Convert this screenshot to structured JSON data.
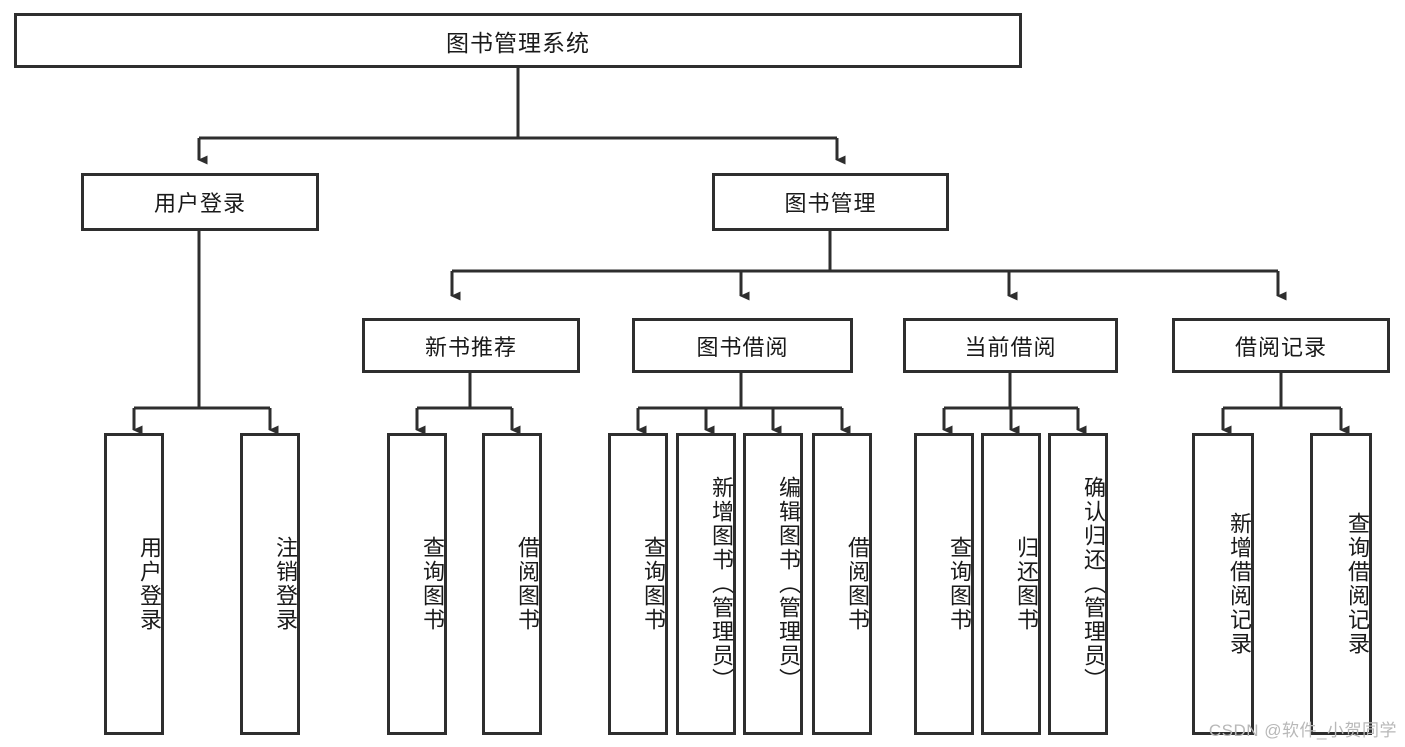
{
  "diagram": {
    "title": "图书管理系统",
    "watermark": "CSDN @软件_小贺同学",
    "colors": {
      "stroke": "#2e2e2e",
      "fill": "#ffffff",
      "text": "#1a1a1a",
      "watermark": "#b8b8b8"
    },
    "root": {
      "label": "图书管理系统"
    },
    "level2": [
      {
        "label": "用户登录"
      },
      {
        "label": "图书管理"
      }
    ],
    "level3": [
      {
        "label": "新书推荐"
      },
      {
        "label": "图书借阅"
      },
      {
        "label": "当前借阅"
      },
      {
        "label": "借阅记录"
      }
    ],
    "leaves": {
      "user_login": [
        {
          "label": "用户登录"
        },
        {
          "label": "注销登录"
        }
      ],
      "new_book_recommend": [
        {
          "label": "查询图书"
        },
        {
          "label": "借阅图书"
        }
      ],
      "book_borrow": [
        {
          "label": "查询图书"
        },
        {
          "label": "新增图书（管理员）"
        },
        {
          "label": "编辑图书（管理员）"
        },
        {
          "label": "借阅图书"
        }
      ],
      "current_borrow": [
        {
          "label": "查询图书"
        },
        {
          "label": "归还图书"
        },
        {
          "label": "确认归还（管理员）"
        }
      ],
      "borrow_record": [
        {
          "label": "新增借阅记录"
        },
        {
          "label": "查询借阅记录"
        }
      ]
    }
  }
}
